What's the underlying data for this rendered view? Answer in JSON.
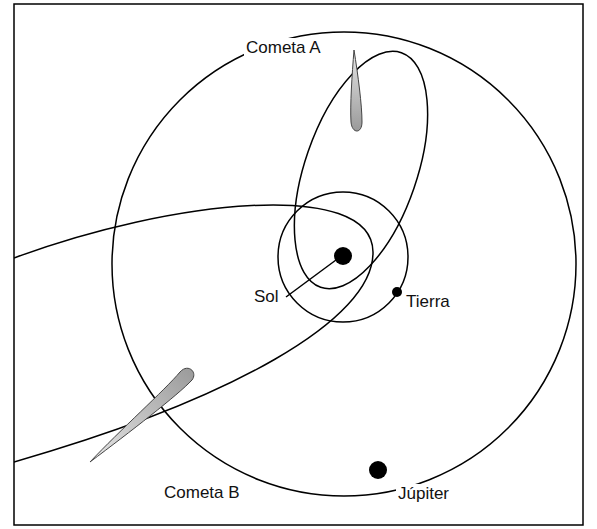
{
  "diagram": {
    "labels": [
      "Cometa A",
      "Sol",
      "Tierra",
      "Cometa B",
      "Júpiter"
    ]
  }
}
